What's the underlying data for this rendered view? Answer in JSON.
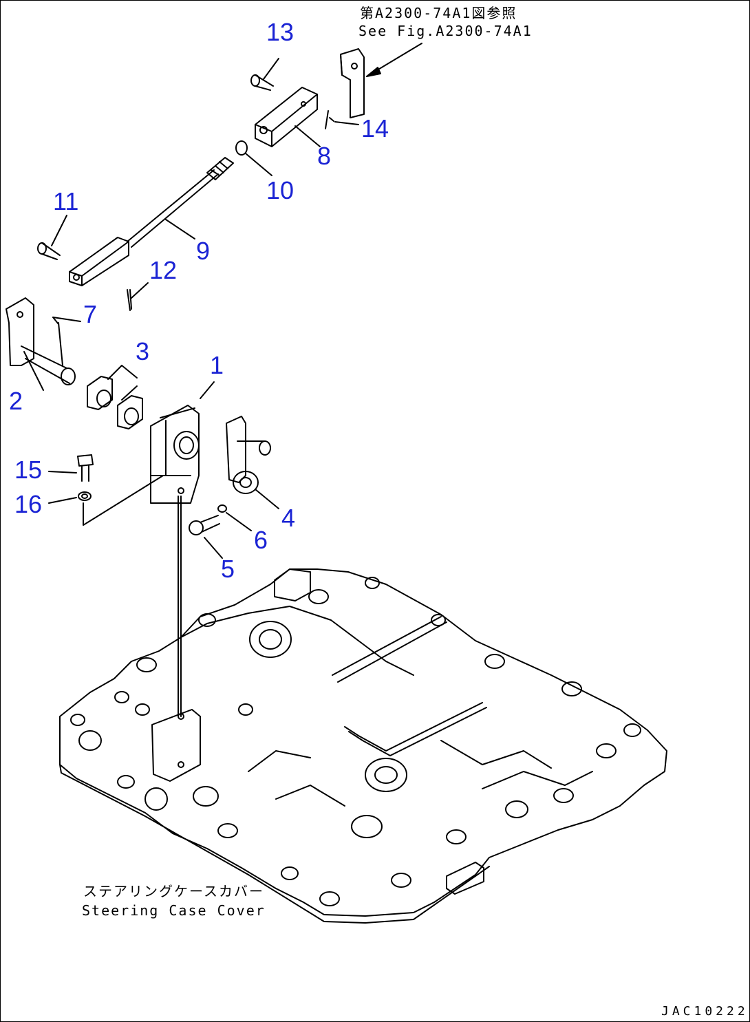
{
  "reference_note": {
    "line1": "第A2300-74A1図参照",
    "line2": "See Fig.A2300-74A1"
  },
  "part_caption": {
    "japanese": "ステアリングケースカバー",
    "english": "Steering Case Cover"
  },
  "drawing_code": "JAC10222",
  "callouts": [
    {
      "id": "1",
      "label": "1"
    },
    {
      "id": "2",
      "label": "2"
    },
    {
      "id": "3",
      "label": "3"
    },
    {
      "id": "4",
      "label": "4"
    },
    {
      "id": "5",
      "label": "5"
    },
    {
      "id": "6",
      "label": "6"
    },
    {
      "id": "7",
      "label": "7"
    },
    {
      "id": "8",
      "label": "8"
    },
    {
      "id": "9",
      "label": "9"
    },
    {
      "id": "10",
      "label": "10"
    },
    {
      "id": "11",
      "label": "11"
    },
    {
      "id": "12",
      "label": "12"
    },
    {
      "id": "13",
      "label": "13"
    },
    {
      "id": "14",
      "label": "14"
    },
    {
      "id": "15",
      "label": "15"
    },
    {
      "id": "16",
      "label": "16"
    }
  ],
  "colors": {
    "callout": "#1a23d4",
    "line": "#000000"
  }
}
